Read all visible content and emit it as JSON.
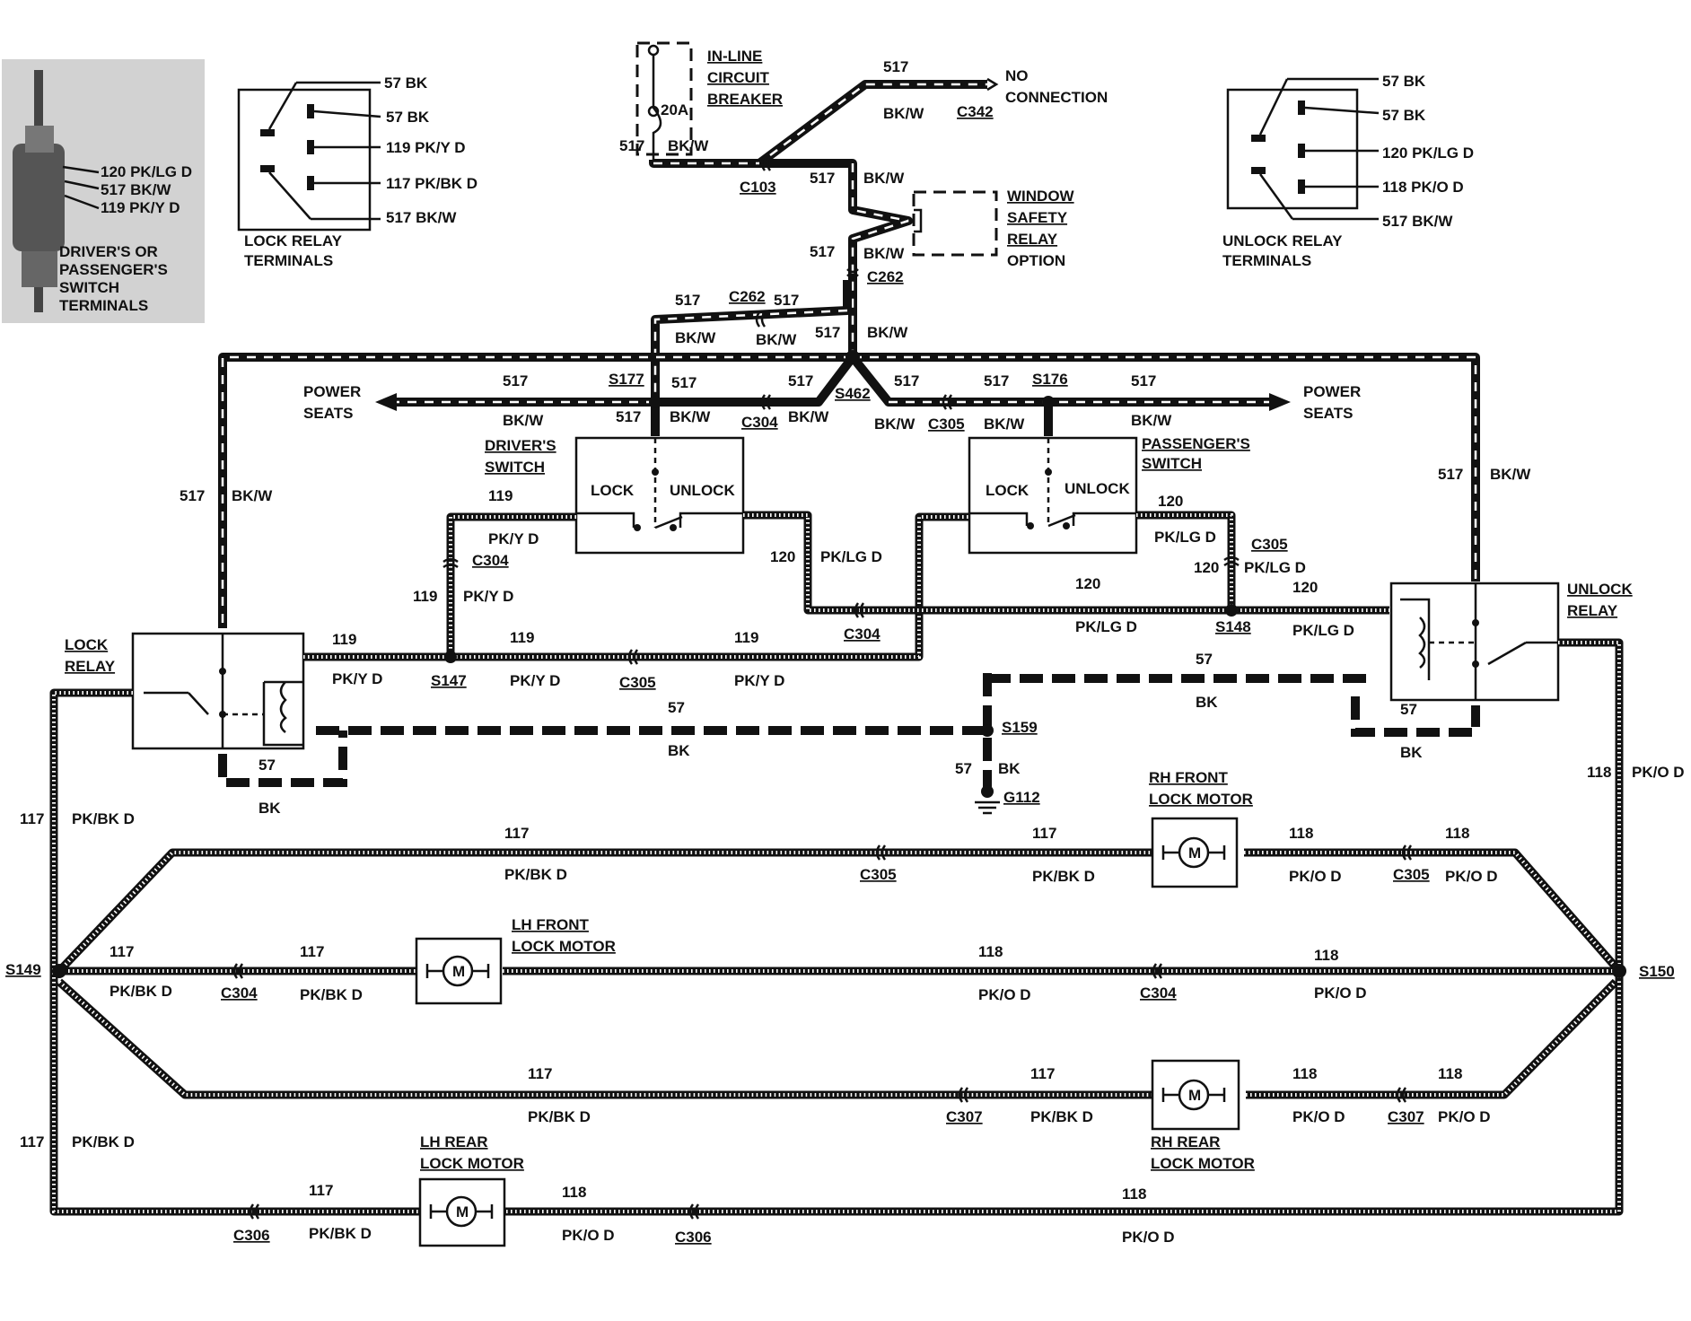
{
  "terminals": {
    "switch_terminals": {
      "pins": [
        "120 PK/LG D",
        "517 BK/W",
        "119 PK/Y D"
      ],
      "title_lines": [
        "DRIVER'S OR",
        "PASSENGER'S",
        "SWITCH",
        "TERMINALS"
      ]
    },
    "lock_relay_terminals": {
      "pins": [
        "57 BK",
        "57 BK",
        "119 PK/Y D",
        "117 PK/BK D",
        "517 BK/W"
      ],
      "title_lines": [
        "LOCK RELAY",
        "TERMINALS"
      ]
    },
    "unlock_relay_terminals": {
      "pins": [
        "57 BK",
        "57 BK",
        "120 PK/LG D",
        "118 PK/O D",
        "517 BK/W"
      ],
      "title_lines": [
        "UNLOCK RELAY",
        "TERMINALS"
      ]
    }
  },
  "components": {
    "circuit_breaker": {
      "lines": [
        "IN-LINE",
        "CIRCUIT",
        "BREAKER"
      ],
      "rating": "20A"
    },
    "no_connection": {
      "lines": [
        "NO",
        "CONNECTION"
      ]
    },
    "window_safety_relay": {
      "lines": [
        "WINDOW",
        "SAFETY",
        "RELAY"
      ],
      "option": "OPTION"
    },
    "power_seats_left": {
      "lines": [
        "POWER",
        "SEATS"
      ]
    },
    "power_seats_right": {
      "lines": [
        "POWER",
        "SEATS"
      ]
    },
    "drivers_switch": {
      "lines": [
        "DRIVER'S",
        "SWITCH"
      ],
      "lock": "LOCK",
      "unlock": "UNLOCK"
    },
    "passengers_switch": {
      "lines": [
        "PASSENGER'S",
        "SWITCH"
      ],
      "lock": "LOCK",
      "unlock": "UNLOCK"
    },
    "lock_relay": {
      "lines": [
        "LOCK",
        "RELAY"
      ]
    },
    "unlock_relay": {
      "lines": [
        "UNLOCK",
        "RELAY"
      ]
    },
    "rh_front_motor": {
      "lines": [
        "RH FRONT",
        "LOCK MOTOR"
      ]
    },
    "lh_front_motor": {
      "lines": [
        "LH FRONT",
        "LOCK MOTOR"
      ]
    },
    "rh_rear_motor": {
      "lines": [
        "RH REAR",
        "LOCK MOTOR"
      ]
    },
    "lh_rear_motor": {
      "lines": [
        "LH REAR",
        "LOCK MOTOR"
      ]
    },
    "motor_symbol": "M"
  },
  "connectors": {
    "c103": "C103",
    "c342": "C342",
    "c262": "C262",
    "c304": "C304",
    "c305": "C305",
    "c306": "C306",
    "c307": "C307"
  },
  "splices": {
    "s177": "S177",
    "s176": "S176",
    "s462": "S462",
    "s147": "S147",
    "s148": "S148",
    "s159": "S159",
    "s149": "S149",
    "s150": "S150"
  },
  "ground": {
    "g112": "G112"
  },
  "circuits": {
    "c517": "517",
    "bkw": "BK/W",
    "c57": "57",
    "bk": "BK",
    "c119": "119",
    "pky": "PK/Y D",
    "c120": "120",
    "pklg": "PK/LG D",
    "c117": "117",
    "pkbk": "PK/BK D",
    "c118": "118",
    "pko": "PK/O D"
  }
}
